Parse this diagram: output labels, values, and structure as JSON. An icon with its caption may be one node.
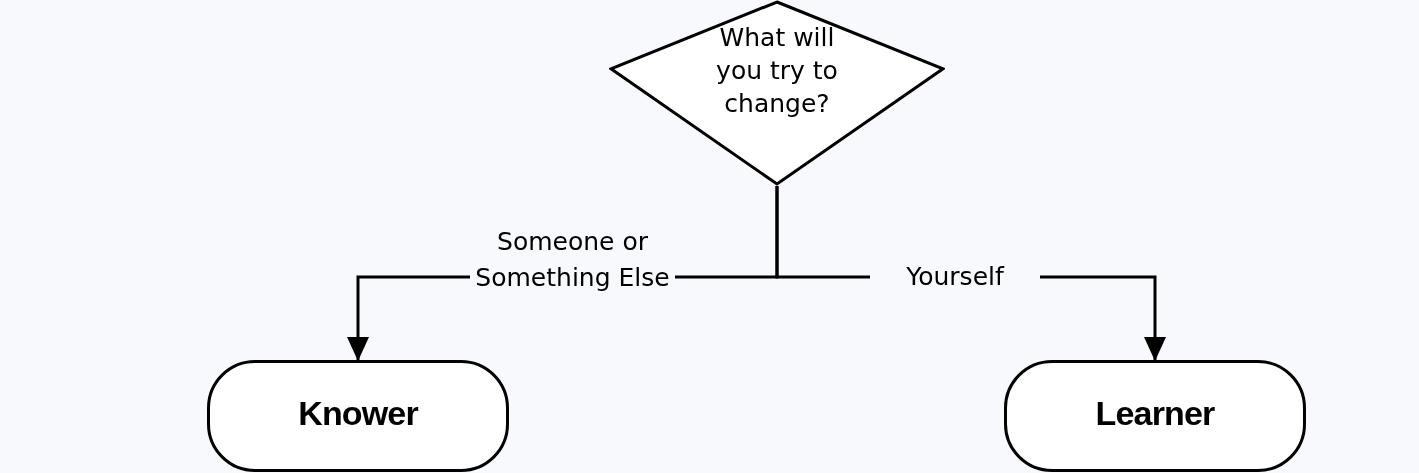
{
  "diagram": {
    "nodes": [
      {
        "text": [
          "What will you try to change?"
        ]
      },
      {
        "text": [
          "Knower"
        ]
      },
      {
        "text": [
          "Learner"
        ]
      }
    ],
    "edges": [
      {
        "from": 0,
        "to": 1,
        "arrow": "to",
        "label": "Someone or Something Else"
      },
      {
        "from": 0,
        "to": 2,
        "arrow": "to",
        "label": "Yourself"
      }
    ]
  }
}
